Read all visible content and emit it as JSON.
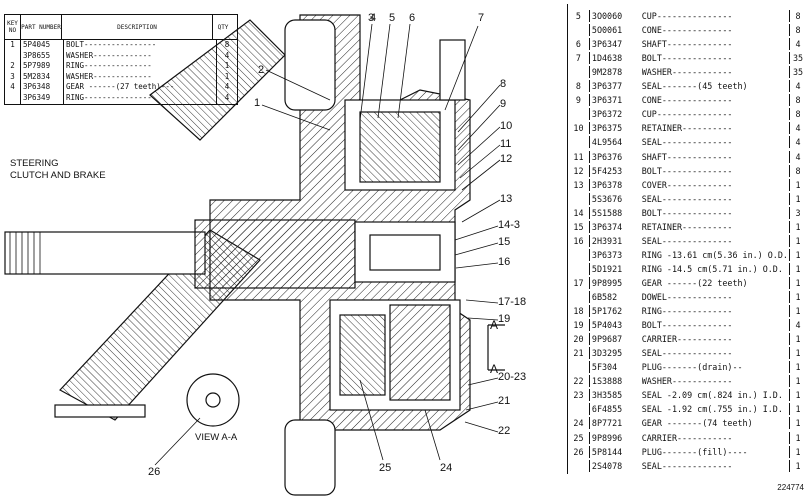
{
  "left_table": {
    "headers": {
      "key": "KEY NO",
      "part": "PART NUMBER",
      "desc": "DESCRIPTION",
      "qty": "QTY"
    },
    "rows": [
      {
        "key": "1",
        "part": "5P4045",
        "desc": "BOLT----------------",
        "qty": "8"
      },
      {
        "key": "",
        "part": "3P8655",
        "desc": "WASHER-------------",
        "qty": "4"
      },
      {
        "key": "2",
        "part": "5P7989",
        "desc": "RING---------------",
        "qty": "1"
      },
      {
        "key": "3",
        "part": "5M2834",
        "desc": "WASHER-------------",
        "qty": "1"
      },
      {
        "key": "4",
        "part": "3P6348",
        "desc": "GEAR ------(27 teeth)---",
        "qty": "4"
      },
      {
        "key": "",
        "part": "3P6349",
        "desc": "RING---------------",
        "qty": "4"
      }
    ]
  },
  "right_table": {
    "rows": [
      {
        "key": "5",
        "part": "3O0060",
        "desc": "CUP---------------",
        "qty": "8"
      },
      {
        "key": "",
        "part": "5O0061",
        "desc": "CONE--------------",
        "qty": "8"
      },
      {
        "key": "6",
        "part": "3P6347",
        "desc": "SHAFT-------------",
        "qty": "4"
      },
      {
        "key": "7",
        "part": "1D4638",
        "desc": "BOLT--------------",
        "qty": "35"
      },
      {
        "key": "",
        "part": "9M2878",
        "desc": "WASHER------------",
        "qty": "35"
      },
      {
        "key": "8",
        "part": "3P6377",
        "desc": "SEAL-------(45 teeth)",
        "qty": "4"
      },
      {
        "key": "9",
        "part": "3P6371",
        "desc": "CONE--------------",
        "qty": "8"
      },
      {
        "key": "",
        "part": "3P6372",
        "desc": "CUP---------------",
        "qty": "8"
      },
      {
        "key": "10",
        "part": "3P6375",
        "desc": "RETAINER----------",
        "qty": "4"
      },
      {
        "key": "",
        "part": "4L9564",
        "desc": "SEAL--------------",
        "qty": "4"
      },
      {
        "key": "11",
        "part": "3P6376",
        "desc": "SHAFT-------------",
        "qty": "4"
      },
      {
        "key": "12",
        "part": "5F4253",
        "desc": "BOLT--------------",
        "qty": "8"
      },
      {
        "key": "13",
        "part": "3P6378",
        "desc": "COVER-------------",
        "qty": "1"
      },
      {
        "key": "",
        "part": "5S3676",
        "desc": "SEAL--------------",
        "qty": "1"
      },
      {
        "key": "14",
        "part": "5S1588",
        "desc": "BOLT--------------",
        "qty": "3"
      },
      {
        "key": "15",
        "part": "3P6374",
        "desc": "RETAINER----------",
        "qty": "1"
      },
      {
        "key": "16",
        "part": "2H3931",
        "desc": "SEAL--------------",
        "qty": "1"
      },
      {
        "key": "",
        "part": "3P6373",
        "desc": "RING -13.61 cm(5.36 in.) O.D.",
        "qty": "1"
      },
      {
        "key": "",
        "part": "5D1921",
        "desc": "RING -14.5 cm(5.71 in.) O.D.",
        "qty": "1"
      },
      {
        "key": "17",
        "part": "9P8995",
        "desc": "GEAR ------(22 teeth)",
        "qty": "1"
      },
      {
        "key": "",
        "part": "6B582",
        "desc": "DOWEL-------------",
        "qty": "1"
      },
      {
        "key": "18",
        "part": "5P1762",
        "desc": "RING--------------",
        "qty": "1"
      },
      {
        "key": "19",
        "part": "5P4043",
        "desc": "BOLT--------------",
        "qty": "4"
      },
      {
        "key": "20",
        "part": "9P9687",
        "desc": "CARRIER-----------",
        "qty": "1"
      },
      {
        "key": "21",
        "part": "3D3295",
        "desc": "SEAL--------------",
        "qty": "1"
      },
      {
        "key": "",
        "part": "5F304",
        "desc": "PLUG-------(drain)--",
        "qty": "1"
      },
      {
        "key": "22",
        "part": "1S3888",
        "desc": "WASHER------------",
        "qty": "1"
      },
      {
        "key": "23",
        "part": "3H3585",
        "desc": "SEAL -2.09 cm(.824 in.) I.D.",
        "qty": "1"
      },
      {
        "key": "",
        "part": "6F4855",
        "desc": "SEAL -1.92 cm(.755 in.) I.D.",
        "qty": "1"
      },
      {
        "key": "24",
        "part": "8P7721",
        "desc": "GEAR -------(74 teeth)",
        "qty": "1"
      },
      {
        "key": "25",
        "part": "9P8996",
        "desc": "CARRIER-----------",
        "qty": "1"
      },
      {
        "key": "26",
        "part": "5P8144",
        "desc": "PLUG-------(fill)----",
        "qty": "1"
      },
      {
        "key": "",
        "part": "2S4078",
        "desc": "SEAL--------------",
        "qty": "1"
      }
    ]
  },
  "callouts": [
    "1",
    "2",
    "3",
    "4",
    "5",
    "6",
    "7",
    "8",
    "9",
    "10",
    "11",
    "12",
    "13",
    "14-3",
    "15",
    "16",
    "17-18",
    "19",
    "20-23",
    "21",
    "22",
    "24",
    "25",
    "26"
  ],
  "section_marker": "A",
  "labels": {
    "steering": "STEERING\nCLUTCH AND BRAKE",
    "view": "VIEW A-A"
  },
  "footer_code": "224774"
}
